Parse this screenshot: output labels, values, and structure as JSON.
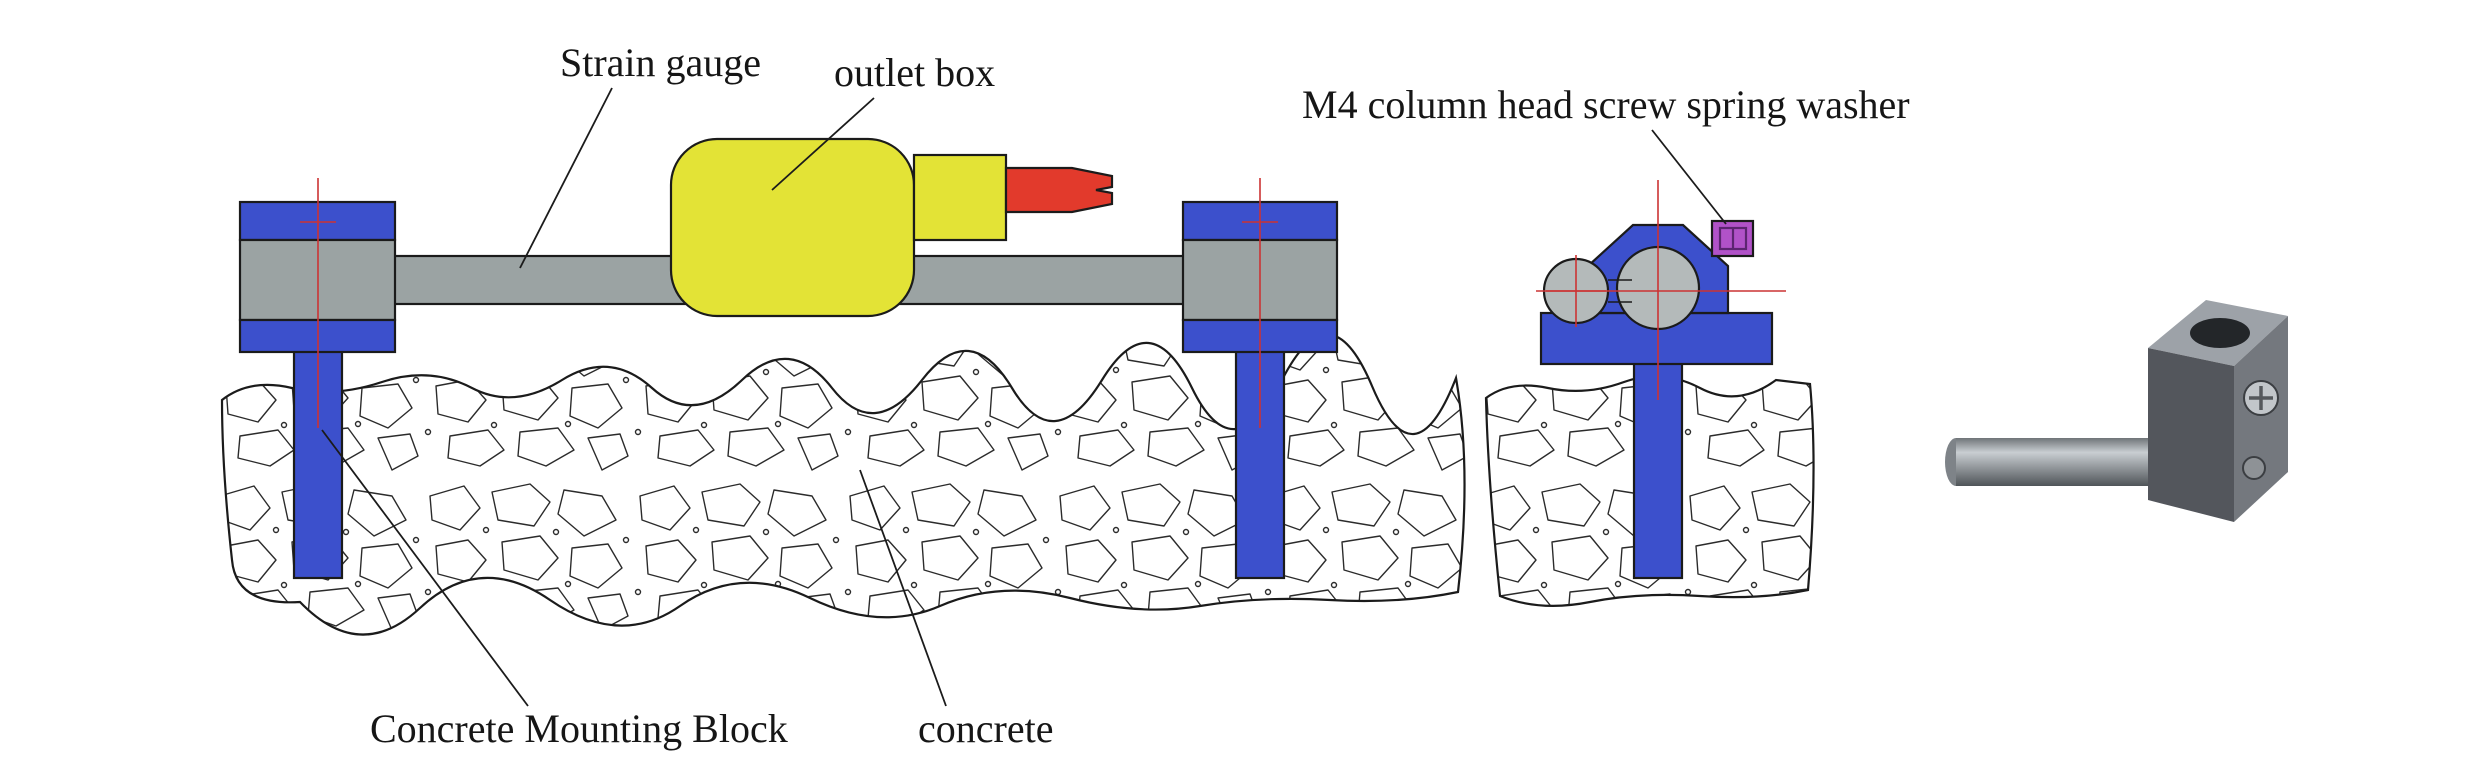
{
  "figure": {
    "labels": {
      "strain_gauge": "Strain gauge",
      "outlet_box": "outlet box",
      "m4_screw_washer": "M4 column head screw spring washer",
      "concrete_mounting_block": "Concrete Mounting Block",
      "concrete": "concrete"
    },
    "colors": {
      "mount_blue": "#3c50cc",
      "steel_gray": "#9ba3a3",
      "light_gray": "#b4baba",
      "outlet_yellow": "#e3e336",
      "cable_red": "#e23a2c",
      "washer_purple": "#b152c8",
      "centerline_red": "#cc3333"
    }
  }
}
